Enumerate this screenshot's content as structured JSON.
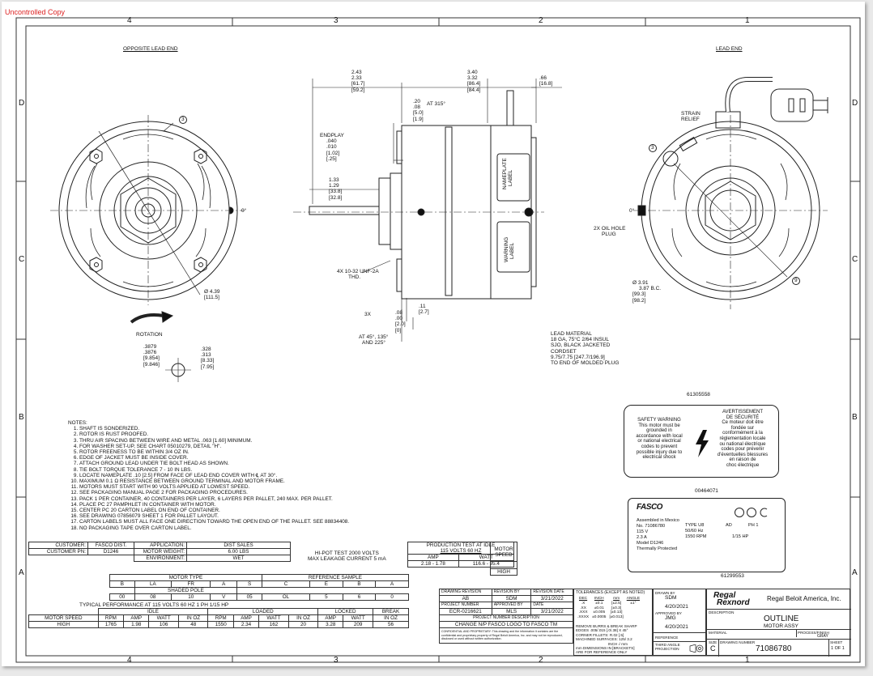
{
  "watermark": "Uncontrolled Copy",
  "zones": {
    "cols": [
      "4",
      "3",
      "2",
      "1"
    ],
    "rows": [
      "D",
      "C",
      "B",
      "A"
    ]
  },
  "views": {
    "opposite_lead_end": "OPPOSITE LEAD END",
    "lead_end": "LEAD END",
    "zero_deg": "0°",
    "rotation": "ROTATION"
  },
  "dims": {
    "d243": [
      "2.43",
      "2.33",
      "[61.7]",
      "[59.2]"
    ],
    "d340": [
      "3.40",
      "3.32",
      "[86.4]",
      "[84.4]"
    ],
    "d66": [
      ".66",
      "[16.8]"
    ],
    "d20": [
      ".20",
      ".08",
      "[5.0]",
      "[1.9]"
    ],
    "at315": "AT 315°",
    "endplay": [
      "ENDPLAY",
      ".040",
      ".010",
      "[1.02]",
      "[.25]"
    ],
    "d133": [
      "1.33",
      "1.29",
      "[33.8]",
      "[32.8]"
    ],
    "screws": [
      "4X 10-32 UNF-2A",
      "THD."
    ],
    "d3x": [
      "3X",
      ".08",
      ".00",
      "[2.0]",
      "[0]"
    ],
    "at45": [
      "AT 45°, 135°",
      "AND 225°"
    ],
    "d11": [
      ".11",
      "[2.7]"
    ],
    "d439": [
      "Ø 4.39",
      "[111.5]"
    ],
    "shaft": [
      ".3879",
      ".3876",
      "[9.854]",
      "[9.846]"
    ],
    "flat": [
      ".328",
      ".313",
      "[8.33]",
      "[7.95]"
    ],
    "strain": [
      "STRAIN",
      "RELIEF"
    ],
    "oil": [
      "2X OIL HOLE",
      "PLUG"
    ],
    "bc": [
      "Ø 3.91",
      "3.87 B.C.",
      "[99.3]",
      "[98.2]"
    ],
    "lead_material": [
      "LEAD MATERIAL",
      "18 GA, 75°C 2/64 INSUL",
      "SJO, BLACK JACKETED",
      "CORDSET",
      "9.75/7.75 [247.7/196.9]",
      "TO END OF MOLDED PLUG"
    ],
    "nameplate": [
      "NAMEPLATE",
      "LABEL"
    ],
    "warning": [
      "WARNING",
      "LABEL"
    ],
    "balloons": [
      "3",
      "3",
      "9"
    ]
  },
  "part_label_1": "61305558",
  "part_label_2": "00464071",
  "part_label_3": "61299553",
  "notes": {
    "title": "NOTES:",
    "items": [
      "SHAFT IS SONDERIZED.",
      "ROTOR IS RUST PROOFED.",
      "THRU AIR SPACING BETWEEN WIRE AND METAL .063 [1.60] MINIMUM.",
      "FOR WASHER SET-UP, SEE CHART 05010279, DETAIL \"H\".",
      "ROTOR FREENESS TO BE WITHIN 3/4 OZ IN.",
      "EDGE OF JACKET MUST BE INSIDE COVER.",
      "ATTACH GROUND LEAD UNDER TIE BOLT HEAD AS SHOWN.",
      "TIE BOLT TORQUE TOLERANCE 7 - 10 IN LBS.",
      "LOCATE NAMEPLATE .10 [2.5] FROM FACE OF LEAD END COVER WITH ℄ AT 30°.",
      "MAXIMUM 0.1 Ω RESISTANCE BETWEEN GROUND TERMINAL AND MOTOR FRAME.",
      "MOTORS MUST START WITH 90 VOLTS APPLIED AT LOWEST SPEED.",
      "SEE PACKAGING MANUAL PAGE 2 FOR PACKAGING PROCEDURES.",
      "PACK 1 PER CONTAINER, 40 CONTAINERS PER LAYER, 6 LAYERS PER PALLET, 240 MAX. PER PALLET.",
      "PLACE PC 27 PAMPHLET IN CONTAINER WITH MOTOR.",
      "CENTER PC 20 CARTON LABEL ON END OF CONTAINER.",
      "SEE DRAWING 07856079 SHEET 1 FOR PALLET LAYOUT.",
      "CARTON LABELS MUST ALL FACE ONE DIRECTION TOWARD THE OPEN END OF THE PALLET. SEE 88834408.",
      "NO PACKAGING TAPE OVER CARTON LABEL."
    ]
  },
  "safety": {
    "en_title": "SAFETY WARNING",
    "en_body": [
      "This motor must be",
      "grounded in",
      "accordance with local",
      "or national electrical",
      "codes to prevent",
      "possible injury due to",
      "electrical shock"
    ],
    "fr_title": [
      "AVERTISSEMENT",
      "DE SÉCURITÉ"
    ],
    "fr_body": [
      "Ce moteur doit être",
      "fondée sur",
      "conformément à la",
      "réglementation locale",
      "ou national électrique",
      "codes pour prévenir",
      "d'éventuelles blessures",
      "en raison de",
      "choc électrique"
    ]
  },
  "nameplate_card": {
    "brand": "FASCO",
    "lines": [
      "Assembled in Mexico",
      "No. 71086780",
      "115 V",
      "2.3 A",
      "Model D1246",
      "Thermally Protected"
    ],
    "type": "TYPE  U8",
    "hz": "50/60 Hz",
    "rpm": "1550 RPM",
    "ad": "AD",
    "ph": "PH 1",
    "hp": "1/15 HP"
  },
  "spec": {
    "customer_label": "CUSTOMER:",
    "customer": "FASCO DIST.",
    "pn_label": "CUSTOMER PN:",
    "pn": "D1246",
    "application_label": "APPLICATION:",
    "application": "DIST SALES",
    "weight_label": "MOTOR WEIGHT:",
    "weight": "6.00 LBS",
    "env_label": "ENVIRONMENT:",
    "env": "WET",
    "hipot": [
      "HI-POT TEST 2000 VOLTS",
      "MAX LEAKAGE CURRENT 5 mA"
    ],
    "prod_test": [
      "PRODUCTION TEST AT IDLE",
      "115 VOLTS 60 HZ"
    ],
    "prod_cols": [
      "AMP",
      "WATT"
    ],
    "prod_vals": [
      "2.18 - 1.78",
      "116.6 - 95.4"
    ],
    "speed_head": [
      "MOTOR",
      "SPEED"
    ],
    "speed_val": "HIGH",
    "motor_type": "MOTOR TYPE",
    "ref_sample": "REFERENCE SAMPLE",
    "type_cols": [
      "B",
      "LA",
      "FR",
      "A",
      "S",
      "C",
      "E",
      "B",
      "A"
    ],
    "shaded_pole": "SHADED POLE",
    "type_vals": [
      "00",
      "08",
      "10",
      "V",
      "05",
      "OL",
      "5",
      "6",
      "0"
    ],
    "perf_title": "TYPICAL PERFORMANCE AT 115 VOLTS 60 HZ  1 PH  1/15 HP",
    "groups": [
      "IDLE",
      "LOADED",
      "LOCKED",
      "BREAK"
    ],
    "perf_cols": [
      "MOTOR SPEED",
      "RPM",
      "AMP",
      "WATT",
      "IN OZ",
      "RPM",
      "AMP",
      "WATT",
      "IN OZ",
      "AMP",
      "WATT",
      "IN OZ"
    ],
    "perf_vals": [
      "HIGH",
      "1765",
      "1.98",
      "106",
      "48",
      "1550",
      "2.34",
      "162",
      "20",
      "3.28",
      "209",
      "56"
    ]
  },
  "title_block": {
    "drawing_revision_label": "DRAWING REVISION",
    "drawing_revision": "AB",
    "revision_by_label": "REVISION BY",
    "revision_by": "SDM",
    "revision_date_label": "REVISION DATE",
    "revision_date": "3/21/2022",
    "project_label": "PROJECT NUMBER",
    "project": "ECR-0216621",
    "approved_label": "APPROVED BY",
    "approved": "MLS",
    "date_label": "DATE",
    "date": "3/21/2022",
    "desc_label": "PROJECT NUMBER DESCRIPTION",
    "desc": "CHANGE N/P FASCO LOGO TO FASCO TM",
    "confidential": "CONFIDENTIAL AND PROPRIETARY: This drawing and the information it contains are the confidential and proprietary property of Regal Beloit America, Inc. and may not be reproduced, disclosed or used without written authorization.",
    "tol_title": "TOLERANCES (EXCEPT AS NOTED)",
    "tol_cols": [
      "DEC",
      "INCH",
      "mm",
      "ANGLE"
    ],
    "tol_rows": [
      [
        ".X",
        "±0.1",
        "[±2.5]",
        "±1°"
      ],
      [
        ".XX",
        "±0.01",
        "[±0.3]",
        ""
      ],
      [
        ".XXX",
        "±0.005",
        "[±0.13]",
        ""
      ],
      [
        ".XXXX",
        "±0.0005",
        "[±0.013]",
        ""
      ]
    ],
    "tol_notes": [
      "REMOVE BURRS & BREAK SHARP",
      "EDGES .005/.015 [.0/.38] X 45°",
      "CORNER FILLETS: R.02 [.5]",
      "MACHINED SURFACES: 125/ 3.2",
      "INCH √ mm"
    ],
    "mm_note": [
      "mm DIMENSIONS IN [BRACKETS]",
      "ARE FOR REFERENCE ONLY"
    ],
    "third_angle": [
      "THIRD ANGLE",
      "PROJECTION"
    ],
    "drawn_by_label": "DRAWN BY",
    "drawn_by": "SDM",
    "date2": "4/20/2021",
    "approved2_label": "APPROVED BY",
    "approved2": "JMG",
    "date3": "4/20/2021",
    "company": "Regal Beloit America, Inc.",
    "logo": [
      "Regal",
      "Rexnord"
    ],
    "description_label": "DESCRIPTION",
    "title": "OUTLINE",
    "subtitle": "MOTOR ASSY",
    "reference_label": "REFERENCE",
    "material_label": "MATERIAL",
    "finish_label": "PROCESS/FINISH",
    "finish": "GRAY",
    "size_label": "SIZE",
    "size": "C",
    "dwg_label": "DRAWING NUMBER",
    "dwg": "71086780",
    "sheet_label": "SHEET",
    "sheet": "1 OF 1"
  }
}
